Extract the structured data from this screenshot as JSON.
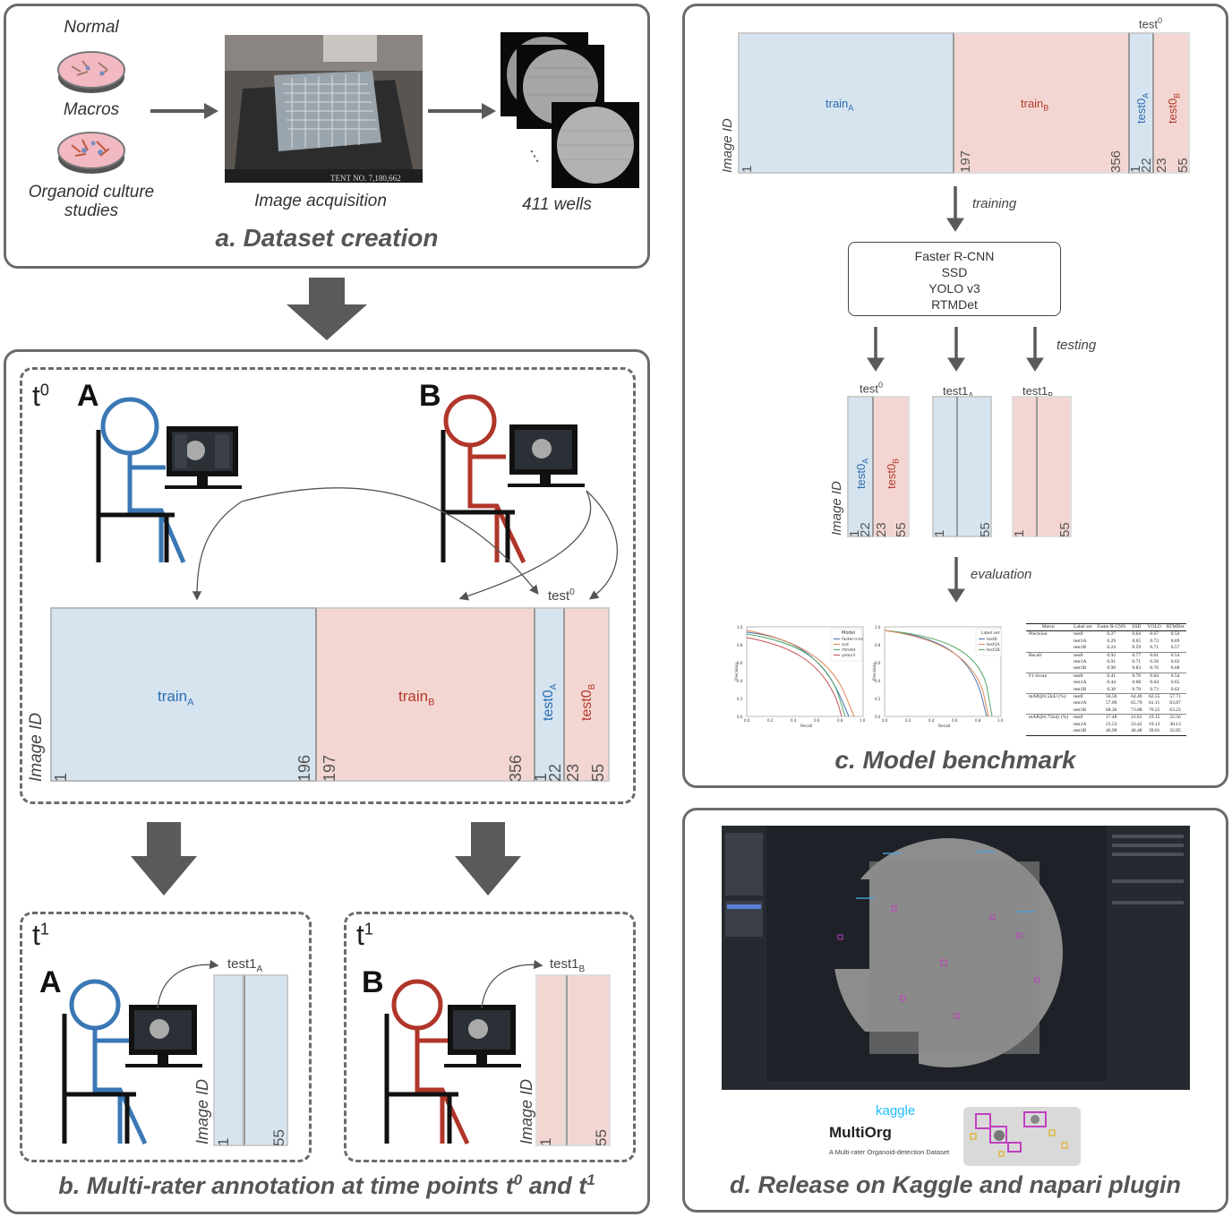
{
  "panel_a": {
    "caption": "a. Dataset creation",
    "sources": [
      "Normal",
      "Macros",
      "Organoid culture",
      "studies"
    ],
    "image_acquisition": "Image acquisition",
    "wells": "411 wells",
    "ellipsis": "⋮",
    "stamp_text": "TENT NO. 7,180,662"
  },
  "panel_b": {
    "caption": "b. Multi-rater annotation at time points t",
    "caption_sup": "0",
    "caption_mid": " and t",
    "caption_sup2": "1",
    "t0": "t",
    "t0_sup": "0",
    "t1": "t",
    "t1_sup": "1",
    "rater_a": "A",
    "rater_b": "B",
    "ylabel": "Image ID",
    "test0": "test",
    "test0_sup": "0",
    "train_a": "train",
    "train_a_sub": "A",
    "train_b": "train",
    "train_b_sub": "B",
    "test0_a": "test0",
    "test0_a_sub": "A",
    "test0_b": "test0",
    "test0_b_sub": "B",
    "ticks": [
      "1",
      "196",
      "197",
      "356",
      "1",
      "22",
      "23",
      "55"
    ],
    "test1_a": "test1",
    "test1_a_sub": "A",
    "test1_b": "test1",
    "test1_b_sub": "B",
    "t1_ticks": [
      "1",
      "55"
    ]
  },
  "panel_c": {
    "caption": "c. Model benchmark",
    "test0": "test",
    "test0_sup": "0",
    "ylabel": "Image ID",
    "train_a": "train",
    "train_a_sub": "A",
    "train_b": "train",
    "train_b_sub": "B",
    "test0_a": "test0",
    "test0_a_sub": "A",
    "test0_b": "test0",
    "test0_b_sub": "B",
    "ticks": [
      "1",
      "197",
      "356",
      "1",
      "22",
      "23",
      "55"
    ],
    "training": "training",
    "models": [
      "Faster R-CNN",
      "SSD",
      "YOLO v3",
      "RTMDet"
    ],
    "testing": "testing",
    "test_sets": [
      {
        "name": "test",
        "sup": "0"
      },
      {
        "name": "test1",
        "sub": "A"
      },
      {
        "name": "test1",
        "sub": "B"
      }
    ],
    "test_ticks": [
      "1",
      "22",
      "23",
      "55",
      "1",
      "55",
      "1",
      "55"
    ],
    "evaluation": "evaluation",
    "plot1_legend_title": "Model",
    "plot1_legend": [
      "faster-rcnn",
      "ssd",
      "rtmdet",
      "yolov3"
    ],
    "plot2_legend_title": "Label set",
    "plot2_legend": [
      "test0",
      "test1A",
      "test1B"
    ],
    "plot_xlabel": "Recall",
    "plot_ylabel": "Precision",
    "plot_xticks": [
      "0.0",
      "0.2",
      "0.4",
      "0.6",
      "0.8",
      "1.0"
    ],
    "plot_yticks": [
      "0.0",
      "0.2",
      "0.4",
      "0.6",
      "0.8",
      "1.0"
    ],
    "table_header": [
      "Metric",
      "Label set",
      "Faster R-CNN",
      "SSD",
      "YOLO",
      "RTMDet"
    ],
    "table_rows": [
      [
        "Precision",
        "test0",
        "0.27",
        "0.64",
        "0.67",
        "0.54"
      ],
      [
        "",
        "test1A",
        "0.29",
        "0.65",
        "0.73",
        "0.69"
      ],
      [
        "",
        "test1B",
        "0.24",
        "0.59",
        "0.71",
        "0.57"
      ],
      [
        "Recall",
        "test0",
        "0.92",
        "0.77",
        "0.61",
        "0.54"
      ],
      [
        "",
        "test1A",
        "0.91",
        "0.71",
        "0.58",
        "0.62"
      ],
      [
        "",
        "test1B",
        "0.98",
        "0.83",
        "0.76",
        "0.68"
      ],
      [
        "F1-Score",
        "test0",
        "0.41",
        "0.70",
        "0.64",
        "0.54"
      ],
      [
        "",
        "test1A",
        "0.44",
        "0.68",
        "0.64",
        "0.65"
      ],
      [
        "",
        "test1B",
        "0.38",
        "0.70",
        "0.73",
        "0.62"
      ],
      [
        "mAP@0.5IoU (%)",
        "test0",
        "56.56",
        "64.40",
        "62.55",
        "57.71"
      ],
      [
        "",
        "test1A",
        "57.09",
        "65.79",
        "61.11",
        "63.87"
      ],
      [
        "",
        "test1B",
        "68.36",
        "73.88",
        "70.25",
        "63.23"
      ],
      [
        "mAP@0.75IoU (%)",
        "test0",
        "17.48",
        "21.81",
        "19.15",
        "22.56"
      ],
      [
        "",
        "test1A",
        "23.53",
        "23.42",
        "19.13",
        "30.13"
      ],
      [
        "",
        "test1B",
        "46.98",
        "46.48",
        "39.01",
        "32.85"
      ]
    ]
  },
  "panel_d": {
    "caption": "d. Release on Kaggle and napari plugin",
    "kaggle": "kaggle",
    "multiorg": "MultiOrg",
    "subtitle": "A Multi-rater Organoid-detection Dataset"
  },
  "colors": {
    "blue_fill": "#d6e4f0",
    "red_fill": "#f3d6d2",
    "rater_a": "#3a78b5",
    "rater_b": "#b0362a",
    "frame": "#6b6b6b",
    "arrow": "#5a5a5a"
  }
}
